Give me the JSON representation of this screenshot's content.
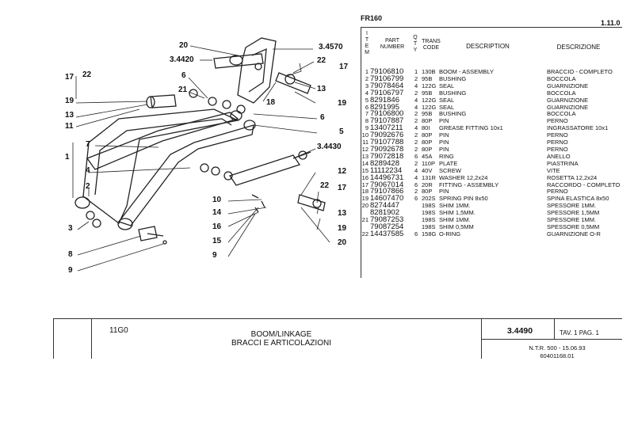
{
  "header": {
    "model": "FR160",
    "reference": "1.11.0"
  },
  "columns": {
    "item": [
      "I",
      "T",
      "E",
      "M"
    ],
    "part_number": "PART NUMBER",
    "qty": [
      "Q",
      "T",
      "Y"
    ],
    "trans_code": "TRANS CODE",
    "description": "DESCRIPTION",
    "descrizione": "DESCRIZIONE"
  },
  "parts": [
    {
      "item": "1",
      "part_number": "79106810",
      "qty": "1",
      "trans": "130B",
      "description": "BOOM - ASSEMBLY",
      "descrizione": "BRACCIO - COMPLETO"
    },
    {
      "item": "2",
      "part_number": "79106799",
      "qty": "2",
      "trans": "95B",
      "description": "BUSHING",
      "descrizione": "BOCCOLA"
    },
    {
      "item": "3",
      "part_number": "79078464",
      "qty": "4",
      "trans": "122G",
      "description": "SEAL",
      "descrizione": "GUARNIZIONE"
    },
    {
      "item": "4",
      "part_number": "79106797",
      "qty": "2",
      "trans": "95B",
      "description": "BUSHING",
      "descrizione": "BOCCOLA"
    },
    {
      "item": "5",
      "part_number": "8291846",
      "qty": "4",
      "trans": "122G",
      "description": "SEAL",
      "descrizione": "GUARNIZIONE"
    },
    {
      "item": "6",
      "part_number": "8291995",
      "qty": "4",
      "trans": "122G",
      "description": "SEAL",
      "descrizione": "GUARNIZIONE"
    },
    {
      "item": "7",
      "part_number": "79106800",
      "qty": "2",
      "trans": "95B",
      "description": "BUSHING",
      "descrizione": "BOCCOLA"
    },
    {
      "item": "8",
      "part_number": "79107887",
      "qty": "2",
      "trans": "80P",
      "description": "PIN",
      "descrizione": "PERNO"
    },
    {
      "item": "9",
      "part_number": "13407211",
      "qty": "4",
      "trans": "80I",
      "description": "GREASE FITTING 10x1",
      "descrizione": "INGRASSATORE 10x1"
    },
    {
      "item": "10",
      "part_number": "79092676",
      "qty": "2",
      "trans": "80P",
      "description": "PIN",
      "descrizione": "PERNO"
    },
    {
      "item": "11",
      "part_number": "79107788",
      "qty": "2",
      "trans": "80P",
      "description": "PIN",
      "descrizione": "PERNO"
    },
    {
      "item": "12",
      "part_number": "79092678",
      "qty": "2",
      "trans": "80P",
      "description": "PIN",
      "descrizione": "PERNO"
    },
    {
      "item": "13",
      "part_number": "79072818",
      "qty": "6",
      "trans": "45A",
      "description": "RING",
      "descrizione": "ANELLO"
    },
    {
      "item": "14",
      "part_number": "8289428",
      "qty": "2",
      "trans": "110P",
      "description": "PLATE",
      "descrizione": "PIASTRINA"
    },
    {
      "item": "15",
      "part_number": "11112234",
      "qty": "4",
      "trans": "40V",
      "description": "SCREW",
      "descrizione": "VITE"
    },
    {
      "item": "16",
      "part_number": "14496731",
      "qty": "4",
      "trans": "131R",
      "description": "WASHER 12,2x24",
      "descrizione": "ROSETTA 12,2x24"
    },
    {
      "item": "17",
      "part_number": "79067014",
      "qty": "6",
      "trans": "20R",
      "description": "FITTING - ASSEMBLY",
      "descrizione": "RACCORDO - COMPLETO"
    },
    {
      "item": "18",
      "part_number": "79107866",
      "qty": "2",
      "trans": "80P",
      "description": "PIN",
      "descrizione": "PERNO"
    },
    {
      "item": "19",
      "part_number": "14607470",
      "qty": "6",
      "trans": "202S",
      "description": "SPRING PIN 8x50",
      "descrizione": "SPINA ELASTICA 8x50"
    },
    {
      "item": "20",
      "part_number": "8274447",
      "qty": "",
      "trans": "198S",
      "description": "SHIM 1MM.",
      "descrizione": "SPESSORE 1MM."
    },
    {
      "item": "",
      "part_number": "8281902",
      "qty": "",
      "trans": "198S",
      "description": "SHIM 1,5MM.",
      "descrizione": "SPESSORE 1,5MM"
    },
    {
      "item": "21",
      "part_number": "79087253",
      "qty": "",
      "trans": "198S",
      "description": "SHIM 1MM.",
      "descrizione": "SPESSORE 1MM."
    },
    {
      "item": "",
      "part_number": "79087254",
      "qty": "",
      "trans": "198S",
      "description": "SHIM 0,5MM",
      "descrizione": "SPESSORE 0,5MM"
    },
    {
      "item": "22",
      "part_number": "14437585",
      "qty": "6",
      "trans": "158G",
      "description": "O-RING",
      "descrizione": "GUARNIZIONE O-R"
    }
  ],
  "callouts": {
    "c20a": "20",
    "c4570": "3.4570",
    "c4420": "3.4420",
    "c22a": "22",
    "c17a": "17",
    "c17b": "17",
    "c22b": "22",
    "c6a": "6",
    "c13a": "13",
    "c21": "21",
    "c19a": "19",
    "c19b": "19",
    "c18": "18",
    "c13b": "13",
    "c6b": "6",
    "c11": "11",
    "c5": "5",
    "c7": "7",
    "c4430": "3.4430",
    "c1": "1",
    "c4": "4",
    "c12": "12",
    "c22c": "22",
    "c17c": "17",
    "c2": "2",
    "c10": "10",
    "c14": "14",
    "c13c": "13",
    "c3": "3",
    "c16": "16",
    "c19c": "19",
    "c8": "8",
    "c15": "15",
    "c20b": "20",
    "c9a": "9",
    "c9b": "9"
  },
  "footer": {
    "code": "11G0",
    "title_en": "BOOM/LINKAGE",
    "title_it": "BRACCI E ARTICOLAZIONI",
    "number": "3.4490",
    "page": "TAV. 1 PAG. 1",
    "ntr": "N.T.R. 500 - 15.06.93",
    "doc_code": "60401168.01"
  }
}
